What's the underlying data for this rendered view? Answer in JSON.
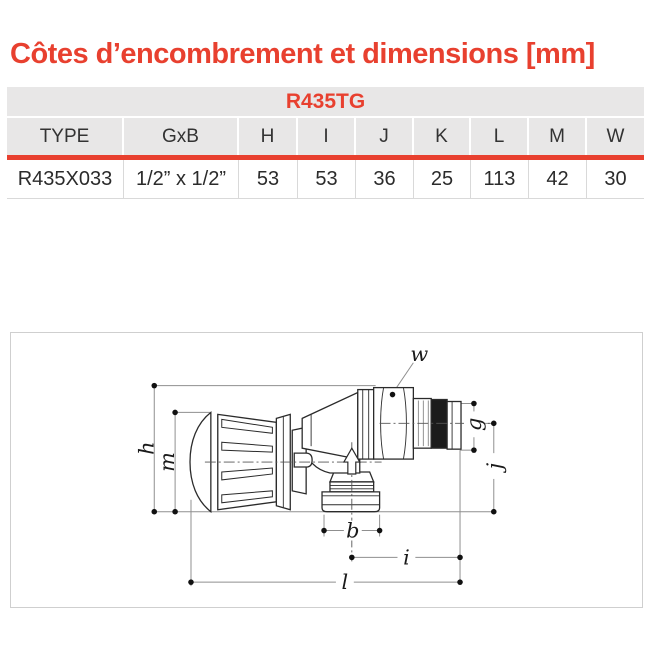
{
  "title": "Côtes d’encombrement et dimensions [mm]",
  "table": {
    "model": "R435TG",
    "columns": [
      "TYPE",
      "GxB",
      "H",
      "I",
      "J",
      "K",
      "L",
      "M",
      "W"
    ],
    "rows": [
      [
        "R435X033",
        "1/2” x 1/2”",
        "53",
        "53",
        "36",
        "25",
        "113",
        "42",
        "30"
      ]
    ]
  },
  "diagram": {
    "labels": {
      "w": "w",
      "g": "g",
      "j": "j",
      "h": "h",
      "m": "m",
      "b": "b",
      "i": "i",
      "l": "l"
    }
  },
  "colors": {
    "accent_red": "#e8402f",
    "header_gray": "#e8e7e7",
    "row_divider_gray": "#d9d9d9",
    "frame_border_gray": "#cfcfcf",
    "dimension_line_gray": "#8f8f8f",
    "drawing_ink": "#2b2b2b"
  }
}
